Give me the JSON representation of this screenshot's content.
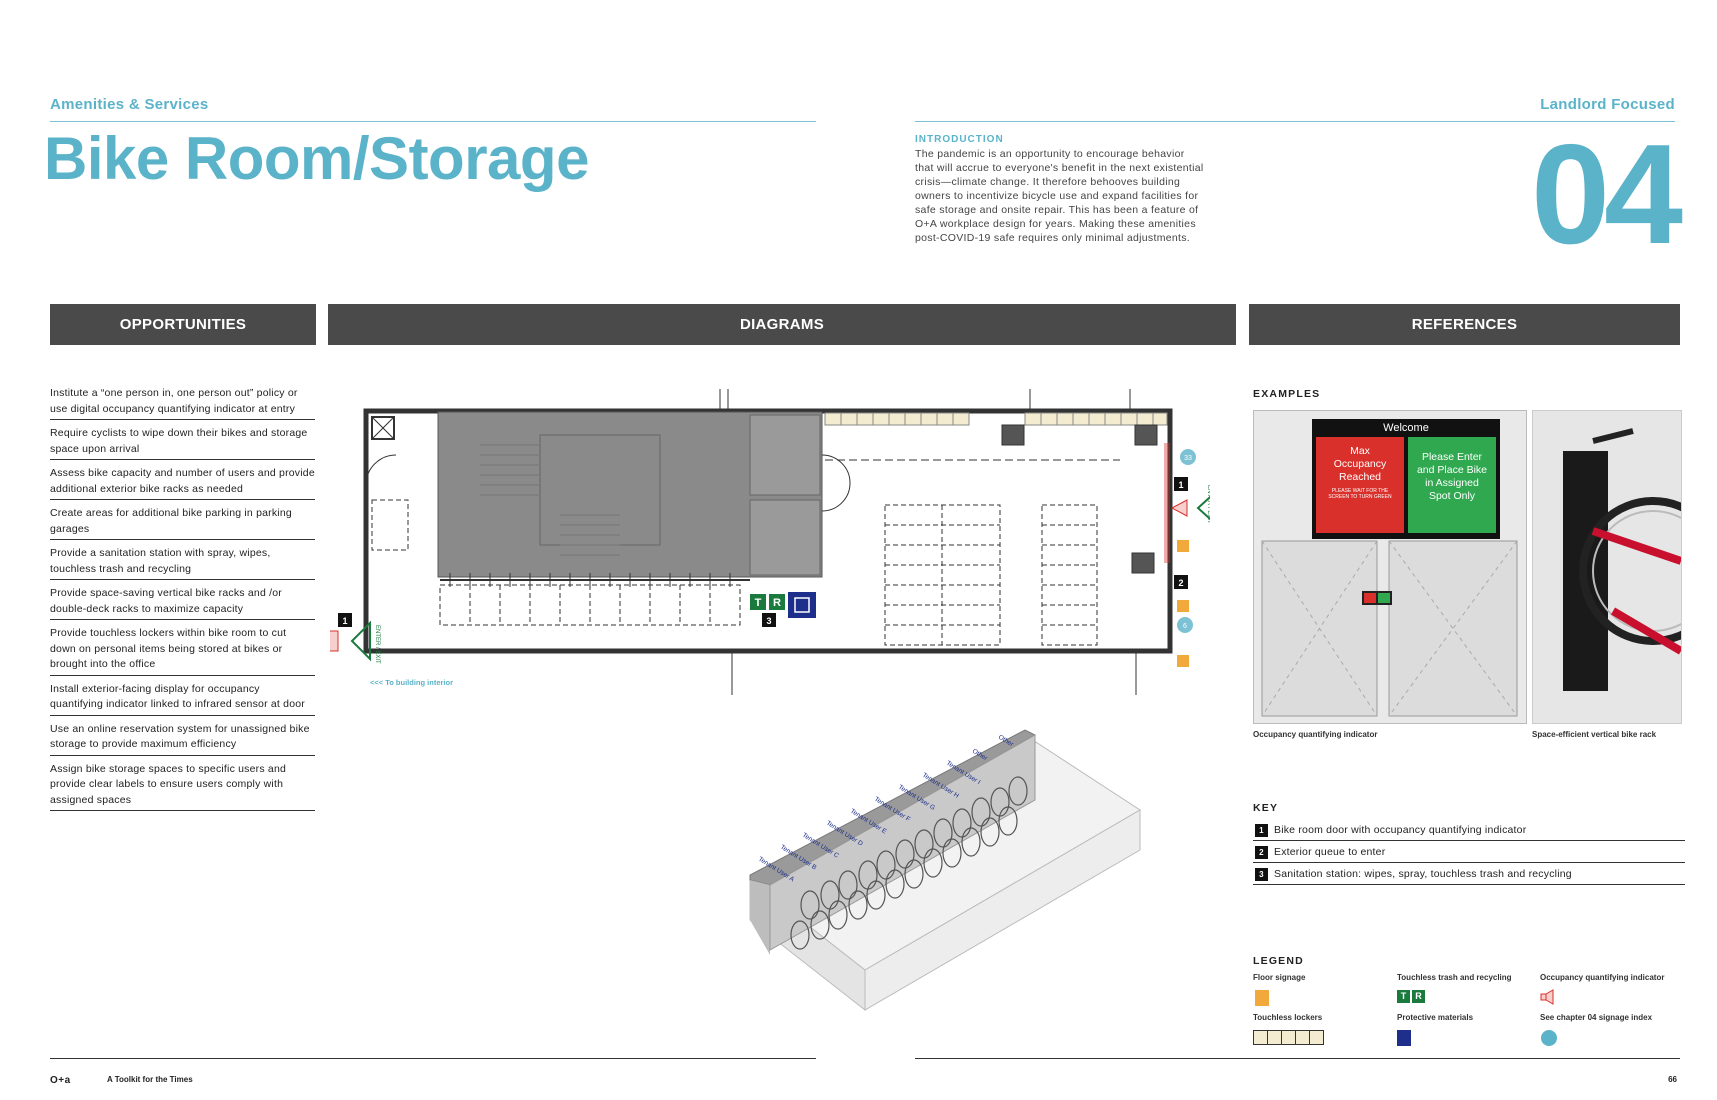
{
  "header": {
    "section": "Amenities & Services",
    "title": "Bike Room/Storage",
    "focus": "Landlord Focused",
    "chapter_number": "04"
  },
  "intro": {
    "heading": "INTRODUCTION",
    "lines": [
      "The pandemic is an opportunity to encourage behavior",
      "that will accrue to everyone's benefit in the next existential",
      "crisis—climate change. It therefore behooves building",
      "owners to incentivize bicycle use and expand facilities for",
      "safe storage and onsite repair. This has been a feature of",
      "O+A workplace design for years. Making these amenities",
      "post-COVID-19 safe requires only minimal adjustments."
    ]
  },
  "columns": {
    "opportunities": "OPPORTUNITIES",
    "diagrams": "DIAGRAMS",
    "references": "REFERENCES"
  },
  "opportunities": [
    "Institute a “one person in, one person out” policy or use digital occupancy quantifying indicator at entry",
    "Require cyclists to wipe down their bikes and storage space upon arrival",
    "Assess bike capacity and number of users and provide additional exterior bike racks as needed",
    "Create areas for additional bike parking in parking garages",
    "Provide a sanitation station with spray, wipes, touchless trash and recycling",
    "Provide space-saving vertical bike racks and /or double-deck racks to maximize capacity",
    "Provide touchless lockers within bike room to cut down on personal items being stored at bikes or brought into the office",
    "Install exterior-facing display for occupancy quantifying indicator linked to infrared sensor at door",
    "Use an online reservation system for unassigned bike storage to provide maximum efficiency",
    "Assign bike storage spaces to specific users and provide clear labels to ensure users comply with assigned spaces"
  ],
  "plan": {
    "to_interior": "<<< To building interior",
    "enter_exit": "ENTER / EXIT",
    "marker_1": "1",
    "marker_2": "2",
    "marker_3": "3",
    "marker_33": "33",
    "marker_6": "6",
    "trash_t": "T",
    "recycle_r": "R"
  },
  "iso_labels": [
    "Tenant User A",
    "Tenant User B",
    "Tenant User C",
    "Tenant User D",
    "Tenant User E",
    "Tenant User F",
    "Tenant User G",
    "Tenant User H",
    "Tenant User I",
    "Other",
    "Other"
  ],
  "examples": {
    "heading": "EXAMPLES",
    "screen_title": "Welcome",
    "screen_red_lines": [
      "Max",
      "Occupancy",
      "Reached"
    ],
    "screen_red_small": "PLEASE WAIT FOR THE SCREEN TO TURN GREEN",
    "screen_green_lines": [
      "Please Enter",
      "and Place Bike",
      "in Assigned",
      "Spot Only"
    ],
    "caption_left": "Occupancy quantifying indicator",
    "caption_right": "Space-efficient vertical bike rack"
  },
  "key": {
    "heading": "KEY",
    "items": [
      {
        "num": "1",
        "text": "Bike room door with occupancy quantifying indicator"
      },
      {
        "num": "2",
        "text": "Exterior queue to enter"
      },
      {
        "num": "3",
        "text": "Sanitation station: wipes, spray, touchless trash and recycling"
      }
    ]
  },
  "legend": {
    "heading": "LEGEND",
    "floor_signage": "Floor signage",
    "touchless_trash": "Touchless trash and recycling",
    "occupancy_indicator": "Occupancy quantifying indicator",
    "touchless_lockers": "Touchless lockers",
    "protective_materials": "Protective materials",
    "signage_index": "See chapter 04 signage index"
  },
  "footer": {
    "logo": "O+a",
    "toolkit": "A Toolkit for the Times",
    "page": "66"
  },
  "colors": {
    "teal": "#5bb3c9",
    "dark_bar": "#4a4a4a",
    "green": "#1b7a3e",
    "navy": "#1d2f8a",
    "orange": "#f2a93b",
    "red": "#d9302c"
  }
}
